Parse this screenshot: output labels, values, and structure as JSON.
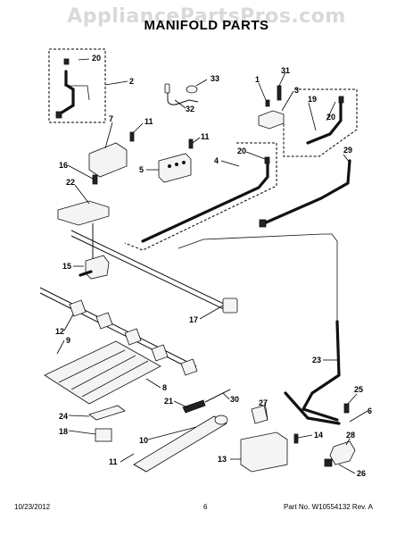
{
  "watermark": "AppliancePartsPros.com",
  "title": "MANIFOLD PARTS",
  "footer": {
    "date": "10/23/2012",
    "page": "6",
    "part_number": "Part No. W10554132 Rev. A"
  },
  "callouts": {
    "c20a": "20",
    "c2": "2",
    "c33": "33",
    "c32": "32",
    "c1": "1",
    "c31": "31",
    "c3": "3",
    "c19": "19",
    "c20b": "20",
    "c7": "7",
    "c11a": "11",
    "c11b": "11",
    "c5": "5",
    "c20c": "20",
    "c4": "4",
    "c29": "29",
    "c16": "16",
    "c22": "22",
    "c15": "15",
    "c17": "17",
    "c12": "12",
    "c9": "9",
    "c23": "23",
    "c8": "8",
    "c21": "21",
    "c30": "30",
    "c25": "25",
    "c27": "27",
    "c24": "24",
    "c6": "6",
    "c18": "18",
    "c10": "10",
    "c14": "14",
    "c28": "28",
    "c11c": "11",
    "c13": "13",
    "c26": "26"
  }
}
